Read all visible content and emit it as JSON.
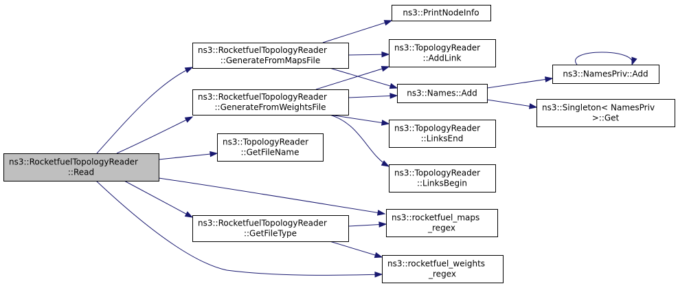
{
  "colors": {
    "edge": "#191970",
    "node_fill": "#ffffff",
    "root_fill": "#bfbfbf",
    "node_border": "#000000"
  },
  "nodes": [
    {
      "id": "read",
      "lines": [
        "ns3::RocketfuelTopologyReader",
        "::Read"
      ],
      "highlight": true
    },
    {
      "id": "gen_maps",
      "lines": [
        "ns3::RocketfuelTopologyReader",
        "::GenerateFromMapsFile"
      ]
    },
    {
      "id": "gen_weights",
      "lines": [
        "ns3::RocketfuelTopologyReader",
        "::GenerateFromWeightsFile"
      ]
    },
    {
      "id": "get_file_name",
      "lines": [
        "ns3::TopologyReader",
        "::GetFileName"
      ]
    },
    {
      "id": "get_file_type",
      "lines": [
        "ns3::RocketfuelTopologyReader",
        "::GetFileType"
      ]
    },
    {
      "id": "print_node_info",
      "lines": [
        "ns3::PrintNodeInfo"
      ]
    },
    {
      "id": "add_link",
      "lines": [
        "ns3::TopologyReader",
        "::AddLink"
      ]
    },
    {
      "id": "names_add",
      "lines": [
        "ns3::Names::Add"
      ]
    },
    {
      "id": "links_end",
      "lines": [
        "ns3::TopologyReader",
        "::LinksEnd"
      ]
    },
    {
      "id": "links_begin",
      "lines": [
        "ns3::TopologyReader",
        "::LinksBegin"
      ]
    },
    {
      "id": "maps_regex",
      "lines": [
        "ns3::rocketfuel_maps",
        "_regex"
      ]
    },
    {
      "id": "weights_regex",
      "lines": [
        "ns3::rocketfuel_weights",
        "_regex"
      ]
    },
    {
      "id": "namespriv_add",
      "lines": [
        "ns3::NamesPriv::Add"
      ]
    },
    {
      "id": "singleton_get",
      "lines": [
        "ns3::Singleton< NamesPriv",
        ">::Get"
      ]
    }
  ],
  "edges": [
    {
      "from": "read",
      "to": "gen_maps"
    },
    {
      "from": "read",
      "to": "gen_weights"
    },
    {
      "from": "read",
      "to": "get_file_name"
    },
    {
      "from": "read",
      "to": "get_file_type"
    },
    {
      "from": "read",
      "to": "maps_regex"
    },
    {
      "from": "read",
      "to": "weights_regex"
    },
    {
      "from": "gen_maps",
      "to": "print_node_info"
    },
    {
      "from": "gen_maps",
      "to": "add_link"
    },
    {
      "from": "gen_maps",
      "to": "names_add"
    },
    {
      "from": "gen_weights",
      "to": "add_link"
    },
    {
      "from": "gen_weights",
      "to": "names_add"
    },
    {
      "from": "gen_weights",
      "to": "links_end"
    },
    {
      "from": "gen_weights",
      "to": "links_begin"
    },
    {
      "from": "get_file_type",
      "to": "maps_regex"
    },
    {
      "from": "get_file_type",
      "to": "weights_regex"
    },
    {
      "from": "names_add",
      "to": "namespriv_add"
    },
    {
      "from": "names_add",
      "to": "singleton_get"
    },
    {
      "from": "namespriv_add",
      "to": "namespriv_add"
    }
  ]
}
